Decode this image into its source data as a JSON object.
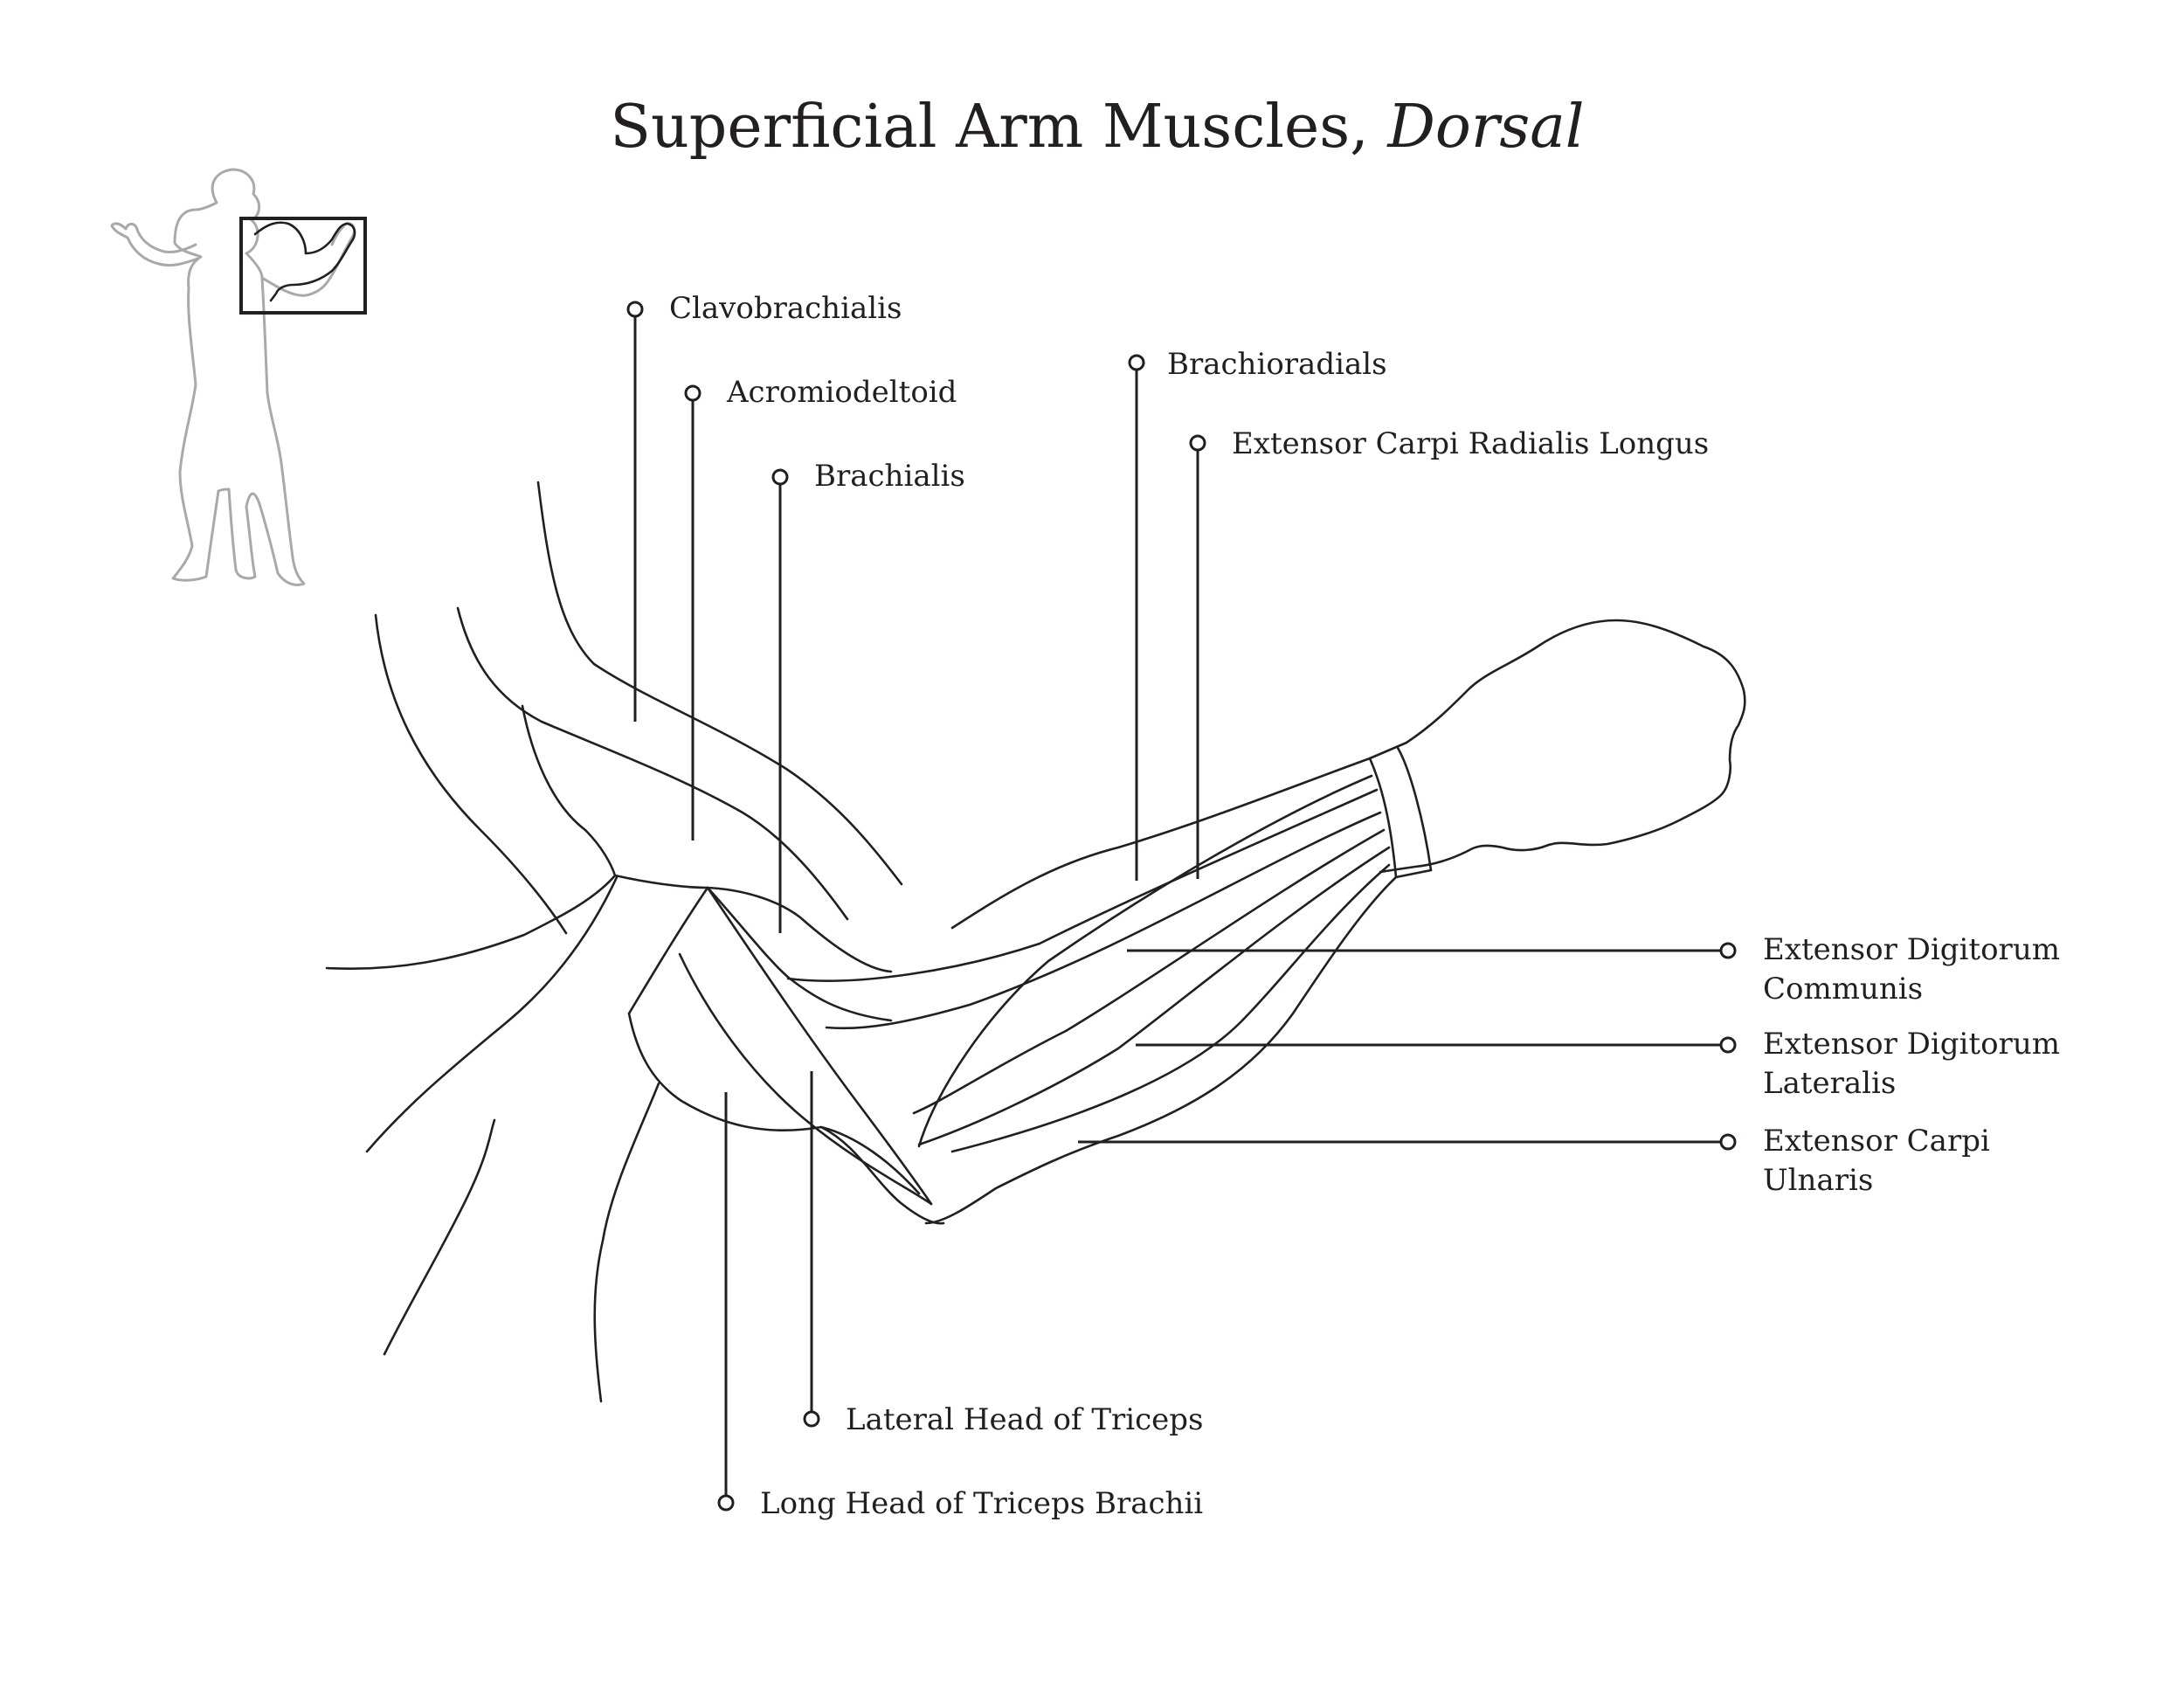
{
  "title": {
    "main": "Superficial Arm Muscles, ",
    "italic": "Dorsal"
  },
  "colors": {
    "ink": "#231f20",
    "silhouette": "#a7a9ac",
    "background": "#ffffff"
  },
  "labels": {
    "clavobrachialis": "Clavobrachialis",
    "acromiodeltoid": "Acromiodeltoid",
    "brachialis": "Brachialis",
    "brachioradialis": "Brachioradials",
    "ecrl": "Extensor Carpi Radialis Longus",
    "edc_line1": "Extensor Digitorum",
    "edc_line2": "Communis",
    "edl_line1": "Extensor Digitorum",
    "edl_line2": "Lateralis",
    "ecu_line1": "Extensor Carpi",
    "ecu_line2": "Ulnaris",
    "lateral_triceps": "Lateral Head of Triceps",
    "long_triceps": "Long Head of Triceps Brachii"
  }
}
